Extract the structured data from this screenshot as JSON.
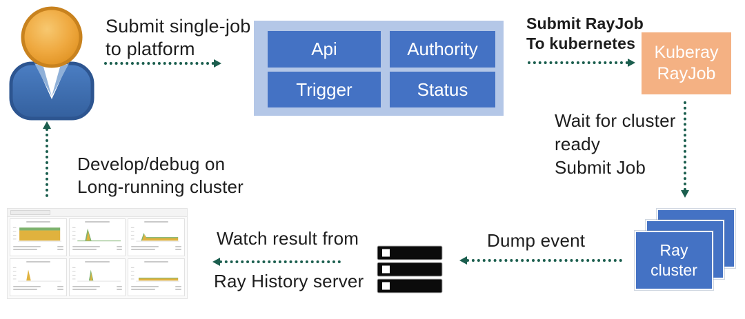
{
  "colors": {
    "arrow": "#1b5e4e",
    "module_blue": "#4472c4",
    "platform_bg": "#b4c7e7",
    "kuberay_orange": "#f4b183",
    "cluster_blue": "#4472c4",
    "text": "#1d1d1d",
    "chart_yellow": "#e0b23e",
    "chart_green": "#7eb26d"
  },
  "labels": {
    "submit_single_job": "Submit single-job\nto platform",
    "submit_rayjob": "Submit RayJob\nTo kubernetes",
    "wait_cluster": "Wait for cluster\nready\nSubmit Job",
    "dump_event": "Dump event",
    "watch_result_top": "Watch result from",
    "watch_result_bottom": "Ray History server",
    "develop_debug": "Develop/debug on\nLong-running cluster"
  },
  "platform": {
    "modules": [
      {
        "label": "Api"
      },
      {
        "label": "Authority"
      },
      {
        "label": "Trigger"
      },
      {
        "label": "Status"
      }
    ]
  },
  "nodes": {
    "kuberay": "Kuberay\nRayJob",
    "ray_cluster": "Ray\ncluster"
  },
  "icons": {
    "user": "user-icon",
    "history_server": "server-stack-icon",
    "dashboard": "monitoring-dashboard-thumbnail"
  }
}
